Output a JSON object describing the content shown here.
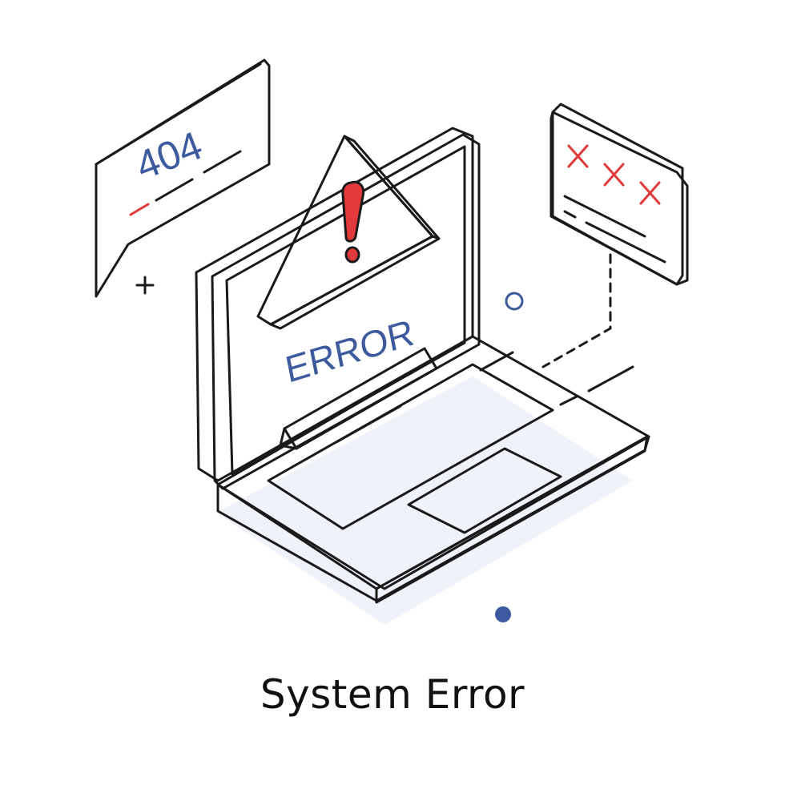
{
  "caption": "System Error",
  "bubble_code": "404",
  "screen_word": "ERROR",
  "colors": {
    "ink": "#1a1a1a",
    "accent_blue": "#3d5a9e",
    "accent_red": "#e23a3a",
    "tint": "#dde1f1",
    "shadow": "#eef0f8"
  },
  "icons": [
    "warning-triangle-icon",
    "exclamation-icon",
    "plus-icon",
    "circle-icon",
    "dot-icon",
    "x-mark-icon"
  ]
}
